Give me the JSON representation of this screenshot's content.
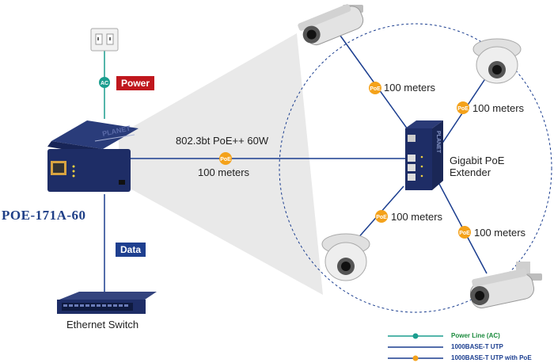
{
  "device": {
    "model": "POE-171A-60",
    "brand_label": "PLANET",
    "extender_brand": "PLANET"
  },
  "badges": {
    "power": "Power",
    "data": "Data",
    "ac": "AC",
    "poe": "PoE"
  },
  "links": {
    "injector_standard": "802.3bt PoE++ 60W",
    "injector_distance": "100 meters",
    "cam_top_left": "100 meters",
    "cam_top_right": "100 meters",
    "cam_bottom_left": "100 meters",
    "cam_bottom_right": "100 meters"
  },
  "labels": {
    "extender_line1": "Gigabit PoE",
    "extender_line2": "Extender",
    "switch": "Ethernet Switch"
  },
  "legend": [
    {
      "text": "Power Line (AC)",
      "color": "#1a8a3c"
    },
    {
      "text": "1000BASE-T UTP",
      "color": "#1a3d8f"
    },
    {
      "text": "1000BASE-T UTP with PoE",
      "color": "#1a3d8f"
    }
  ],
  "colors": {
    "power_line": "#1b9e8f",
    "utp_line": "#1a3d8f",
    "poe_dot": "#f4a21b",
    "power_badge": "#c0171d",
    "data_badge": "#1e3f8f",
    "device_body": "#1e2d66"
  }
}
